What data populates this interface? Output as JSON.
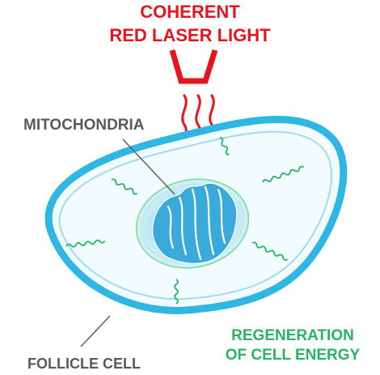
{
  "laser": {
    "title_line1": "COHERENT",
    "title_line2": "RED LASER LIGHT",
    "color": "#e8141b"
  },
  "labels": {
    "mitochondria": "MITOCHONDRIA",
    "follicle_cell": "FOLLICLE CELL",
    "regeneration_line1": "REGENERATION",
    "regeneration_line2": "OF CELL ENERGY"
  },
  "colors": {
    "cell_outline": "#2fb7e3",
    "cell_fill": "#f2fbfe",
    "mitochondria": "#3aa9db",
    "energy_waves": "#28b463",
    "label_gray": "#58595b"
  }
}
